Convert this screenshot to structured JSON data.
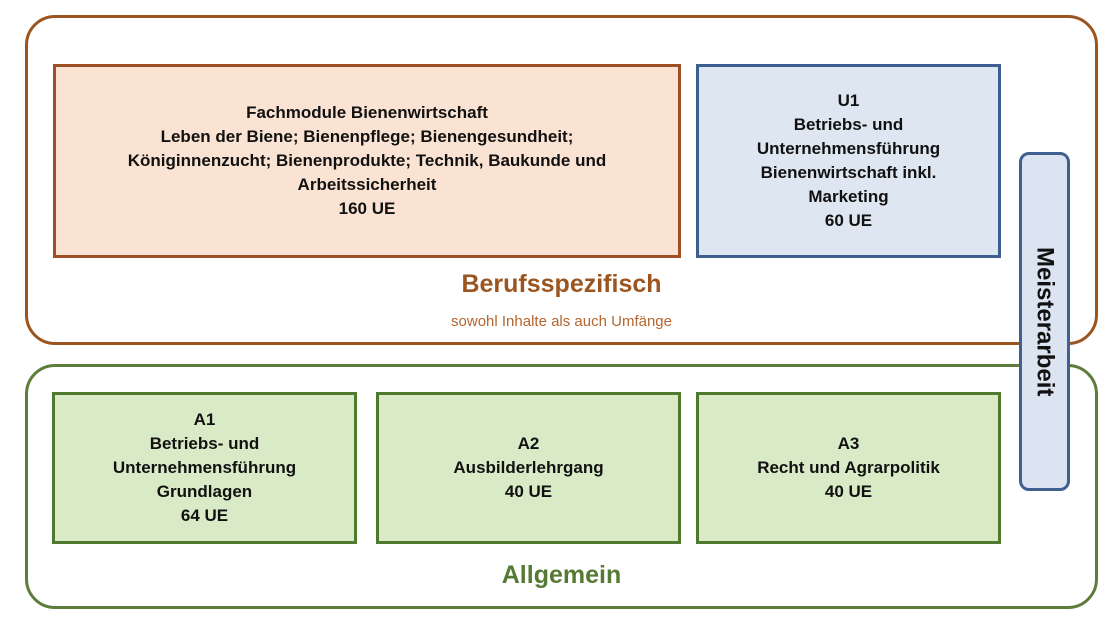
{
  "groups": {
    "berufsspezifisch": {
      "title": "Berufsspezifisch",
      "subtitle": "sowohl Inhalte als auch Umfänge"
    },
    "allgemein": {
      "title": "Allgemein"
    }
  },
  "modules": {
    "fachmodule": {
      "lines": [
        "Fachmodule Bienenwirtschaft",
        "Leben der Biene; Bienenpflege; Bienengesundheit;",
        "Königinnenzucht; Bienenprodukte; Technik, Baukunde und",
        "Arbeitssicherheit",
        "160 UE"
      ]
    },
    "u1": {
      "lines": [
        "U1",
        "Betriebs- und",
        "Unternehmensführung",
        "Bienenwirtschaft inkl.",
        "Marketing",
        "60 UE"
      ]
    },
    "a1": {
      "lines": [
        "A1",
        "Betriebs- und",
        "Unternehmensführung",
        "Grundlagen",
        "64 UE"
      ]
    },
    "a2": {
      "lines": [
        "A2",
        "Ausbilderlehrgang",
        "40 UE"
      ]
    },
    "a3": {
      "lines": [
        "A3",
        "Recht und Agrarpolitik",
        "40 UE"
      ]
    }
  },
  "meisterarbeit": "Meisterarbeit",
  "colors": {
    "berufsspezifisch_border": "#9a5520",
    "allgemein_border": "#5e7d3a",
    "fach_fill": "#fbe3d3",
    "u1_fill": "#dde6f1",
    "allgemein_fill": "#d9ebc6"
  }
}
